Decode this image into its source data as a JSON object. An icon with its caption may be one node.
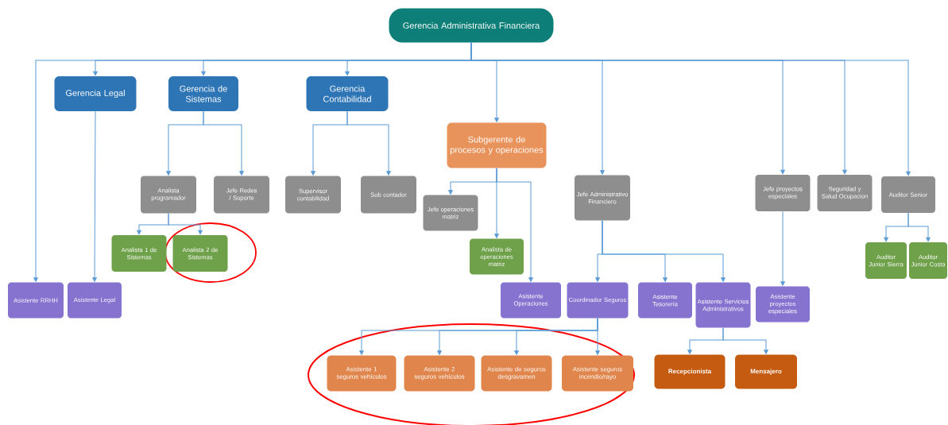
{
  "diagram": {
    "nodes": [
      {
        "text": [
          "Gerencia Administrativa Financiera"
        ]
      },
      {
        "text": [
          "Gerencia Legal"
        ]
      },
      {
        "text": [
          "Gerencia de Sistemas"
        ]
      },
      {
        "text": [
          "Gerencia Contabilidad"
        ]
      },
      {
        "text": [
          "Subgerente de procesos y operaciones"
        ]
      },
      {
        "text": [
          "Analista programador"
        ]
      },
      {
        "text": [
          "Jefe Redes / Soporte"
        ]
      },
      {
        "text": [
          "Supervisor contabilidad"
        ]
      },
      {
        "text": [
          "Sub contador"
        ]
      },
      {
        "text": [
          "Jefe operaciones matriz"
        ]
      },
      {
        "text": [
          "Jefe Administrativo Financiero"
        ]
      },
      {
        "text": [
          "Jefe proyectos especiales"
        ]
      },
      {
        "text": [
          "Seguridad y Salud Ocupacion"
        ]
      },
      {
        "text": [
          "Auditor Senior"
        ]
      },
      {
        "text": [
          "Analista 1 de Sistemas"
        ]
      },
      {
        "text": [
          "Analista 2 de Sistemas"
        ]
      },
      {
        "text": [
          "Analista de operaciones matriz"
        ]
      },
      {
        "text": [
          "Auditor Junior Sierra"
        ]
      },
      {
        "text": [
          "Auditor Junior Costa"
        ]
      },
      {
        "text": [
          "Asistente RRHH"
        ]
      },
      {
        "text": [
          "Asistente Legal"
        ]
      },
      {
        "text": [
          "Asistente Operaciones"
        ]
      },
      {
        "text": [
          "Coordinador Seguros"
        ]
      },
      {
        "text": [
          "Asistente Tesorería"
        ]
      },
      {
        "text": [
          "Asistente Servicios Administrativos"
        ]
      },
      {
        "text": [
          "Asistente proyectos especiales"
        ]
      },
      {
        "text": [
          "Asistente 1 seguros vehículos"
        ]
      },
      {
        "text": [
          "Asistente 2 seguros vehículos"
        ]
      },
      {
        "text": [
          "Asistente de seguros desgravamen"
        ]
      },
      {
        "text": [
          "Asistente seguros incendio/rayo"
        ]
      },
      {
        "text": [
          "Recepcionista"
        ]
      },
      {
        "text": [
          "Mensajero"
        ]
      }
    ],
    "edges": [
      {
        "from": 0,
        "to": 19,
        "arrow": "to"
      },
      {
        "from": 0,
        "to": 1,
        "arrow": "to"
      },
      {
        "from": 0,
        "to": 2,
        "arrow": "to"
      },
      {
        "from": 0,
        "to": 3,
        "arrow": "to"
      },
      {
        "from": 0,
        "to": 4,
        "arrow": "to"
      },
      {
        "from": 0,
        "to": 10,
        "arrow": "to"
      },
      {
        "from": 0,
        "to": 11,
        "arrow": "to"
      },
      {
        "from": 0,
        "to": 12,
        "arrow": "to"
      },
      {
        "from": 0,
        "to": 13,
        "arrow": "to"
      },
      {
        "from": 1,
        "to": 20,
        "arrow": "to"
      },
      {
        "from": 2,
        "to": 5,
        "arrow": "to"
      },
      {
        "from": 2,
        "to": 6,
        "arrow": "to"
      },
      {
        "from": 3,
        "to": 7,
        "arrow": "to"
      },
      {
        "from": 3,
        "to": 8,
        "arrow": "to"
      },
      {
        "from": 4,
        "to": 9,
        "arrow": "to"
      },
      {
        "from": 4,
        "to": 16,
        "arrow": "to"
      },
      {
        "from": 4,
        "to": 21,
        "arrow": "to"
      },
      {
        "from": 5,
        "to": 14,
        "arrow": "to"
      },
      {
        "from": 5,
        "to": 15,
        "arrow": "to"
      },
      {
        "from": 10,
        "to": 22,
        "arrow": "to"
      },
      {
        "from": 10,
        "to": 23,
        "arrow": "to"
      },
      {
        "from": 10,
        "to": 24,
        "arrow": "to"
      },
      {
        "from": 11,
        "to": 25,
        "arrow": "to"
      },
      {
        "from": 13,
        "to": 17,
        "arrow": "to"
      },
      {
        "from": 13,
        "to": 18,
        "arrow": "to"
      },
      {
        "from": 22,
        "to": 26,
        "arrow": "to"
      },
      {
        "from": 22,
        "to": 27,
        "arrow": "to"
      },
      {
        "from": 22,
        "to": 28,
        "arrow": "to"
      },
      {
        "from": 22,
        "to": 29,
        "arrow": "to"
      },
      {
        "from": 24,
        "to": 30,
        "arrow": "to"
      },
      {
        "from": 24,
        "to": 31,
        "arrow": "to"
      }
    ]
  }
}
